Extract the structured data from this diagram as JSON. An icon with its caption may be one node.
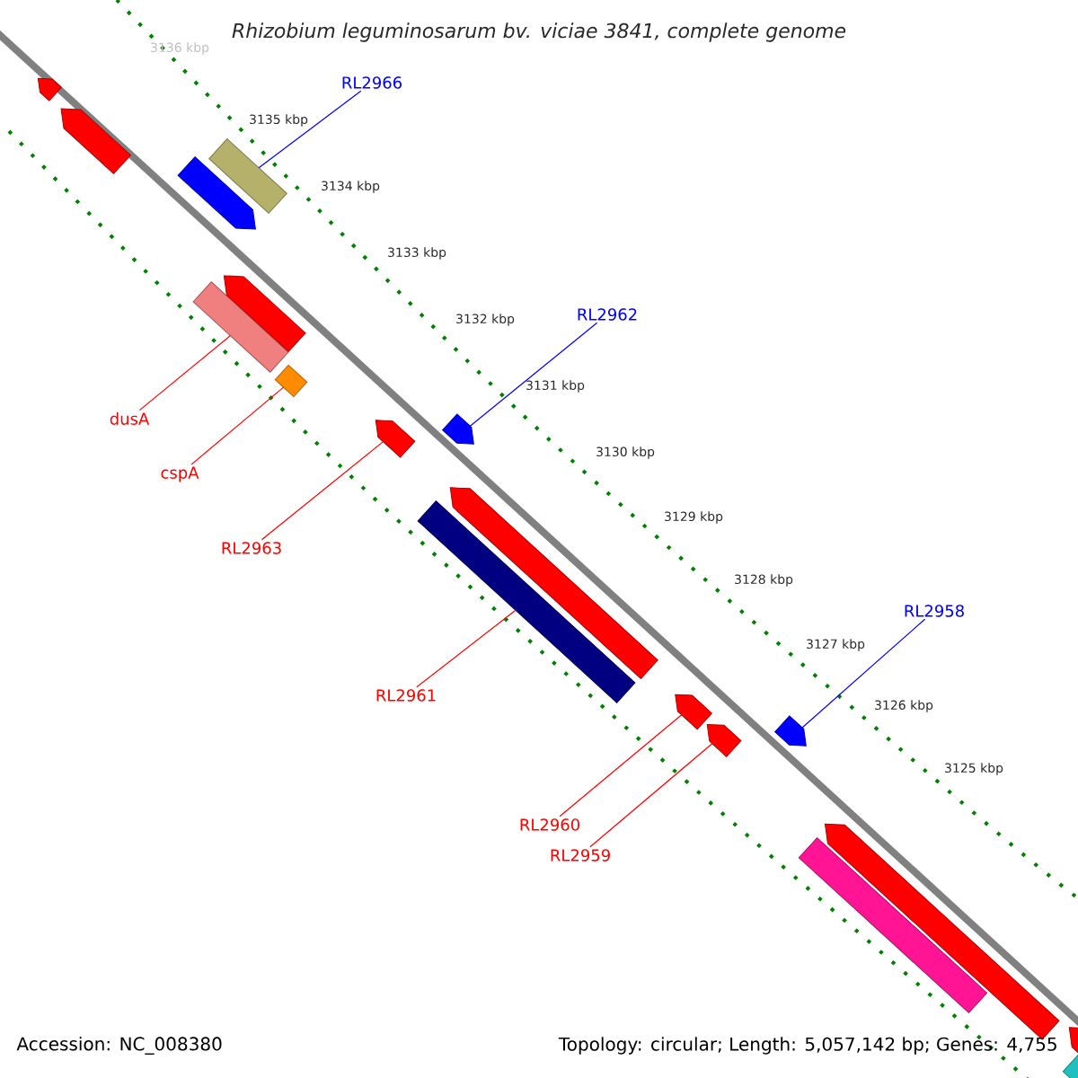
{
  "diagram": {
    "title": "Rhizobium leguminosarum bv. viciae 3841, complete genome",
    "nodes": [
      {
        "text": [
          "RL2966"
        ]
      },
      {
        "text": [],
        "shape": "box"
      },
      {
        "text": [
          "RL2962"
        ]
      },
      {
        "text": [],
        "shape": "arrow"
      },
      {
        "text": [
          "RL2958"
        ]
      },
      {
        "text": [],
        "shape": "arrow"
      },
      {
        "text": [
          "dusA"
        ]
      },
      {
        "text": [],
        "shape": "box"
      },
      {
        "text": [
          "cspA"
        ]
      },
      {
        "text": [],
        "shape": "box"
      },
      {
        "text": [
          "RL2963"
        ]
      },
      {
        "text": [],
        "shape": "arrow"
      },
      {
        "text": [
          "RL2961"
        ]
      },
      {
        "text": [],
        "shape": "box"
      },
      {
        "text": [
          "RL2960"
        ]
      },
      {
        "text": [],
        "shape": "arrow"
      },
      {
        "text": [
          "RL2959"
        ]
      },
      {
        "text": [],
        "shape": "arrow"
      },
      {
        "text": [],
        "shape": "arrow"
      },
      {
        "text": [],
        "shape": "arrow"
      },
      {
        "text": [],
        "shape": "arrow"
      },
      {
        "text": [],
        "shape": "arrow"
      },
      {
        "text": [],
        "shape": "arrow"
      },
      {
        "text": [],
        "shape": "box"
      },
      {
        "text": [],
        "shape": "arrow"
      },
      {
        "text": [],
        "shape": "box"
      },
      {
        "text": [],
        "shape": "arrow"
      }
    ],
    "edges": [
      {
        "from": 0,
        "to": 1,
        "arrow": "none",
        "color": "#0000ff"
      },
      {
        "from": 2,
        "to": 3,
        "arrow": "none",
        "color": "#0000ff"
      },
      {
        "from": 4,
        "to": 5,
        "arrow": "none",
        "color": "#0000ff"
      },
      {
        "from": 6,
        "to": 7,
        "arrow": "none"
      },
      {
        "from": 8,
        "to": 9,
        "arrow": "none"
      },
      {
        "from": 10,
        "to": 11,
        "arrow": "none"
      },
      {
        "from": 12,
        "to": 13,
        "arrow": "none"
      },
      {
        "from": 14,
        "to": 15,
        "arrow": "none"
      },
      {
        "from": 16,
        "to": 17,
        "arrow": "none"
      }
    ],
    "labels": [
      "3136 kbp",
      "3135 kbp",
      "3134 kbp",
      "3133 kbp",
      "3132 kbp",
      "3131 kbp",
      "3130 kbp",
      "3129 kbp",
      "3128 kbp",
      "3127 kbp",
      "3126 kbp",
      "3125 kbp",
      "Accession: NC_008380",
      "Topology: circular; Length: 5,057,142 bp; Genes: 4,755"
    ]
  }
}
